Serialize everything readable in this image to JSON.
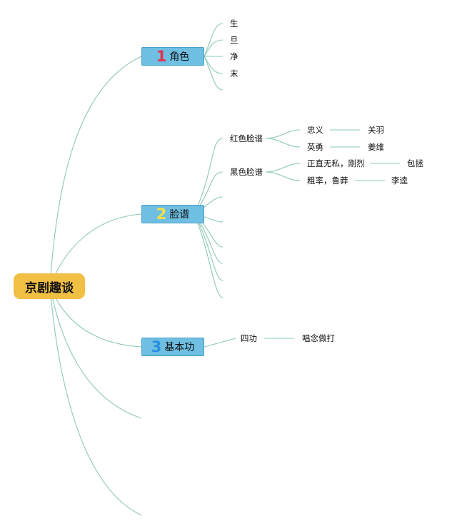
{
  "root": {
    "label": "京剧趣谈"
  },
  "branches": [
    {
      "number": "1",
      "number_color": "#e3314b",
      "label": "角色",
      "children": [
        "生",
        "旦",
        "净",
        "末",
        ""
      ]
    },
    {
      "number": "2",
      "number_color": "#f5e04a",
      "label": "脸谱",
      "children": [
        {
          "label": "红色脸谱",
          "children": [
            {
              "label": "忠义",
              "value": "关羽"
            },
            {
              "label": "英勇",
              "value": "姜维"
            }
          ]
        },
        {
          "label": "黑色脸谱",
          "children": [
            {
              "label": "正直无私，刚烈",
              "value": "包拯"
            },
            {
              "label": "粗率，鲁莽",
              "value": "李逵"
            }
          ]
        }
      ]
    },
    {
      "number": "3",
      "number_color": "#2a8fe0",
      "label": "基本功",
      "children": [
        {
          "label": "四功",
          "value": "唱念做打"
        }
      ]
    }
  ]
}
